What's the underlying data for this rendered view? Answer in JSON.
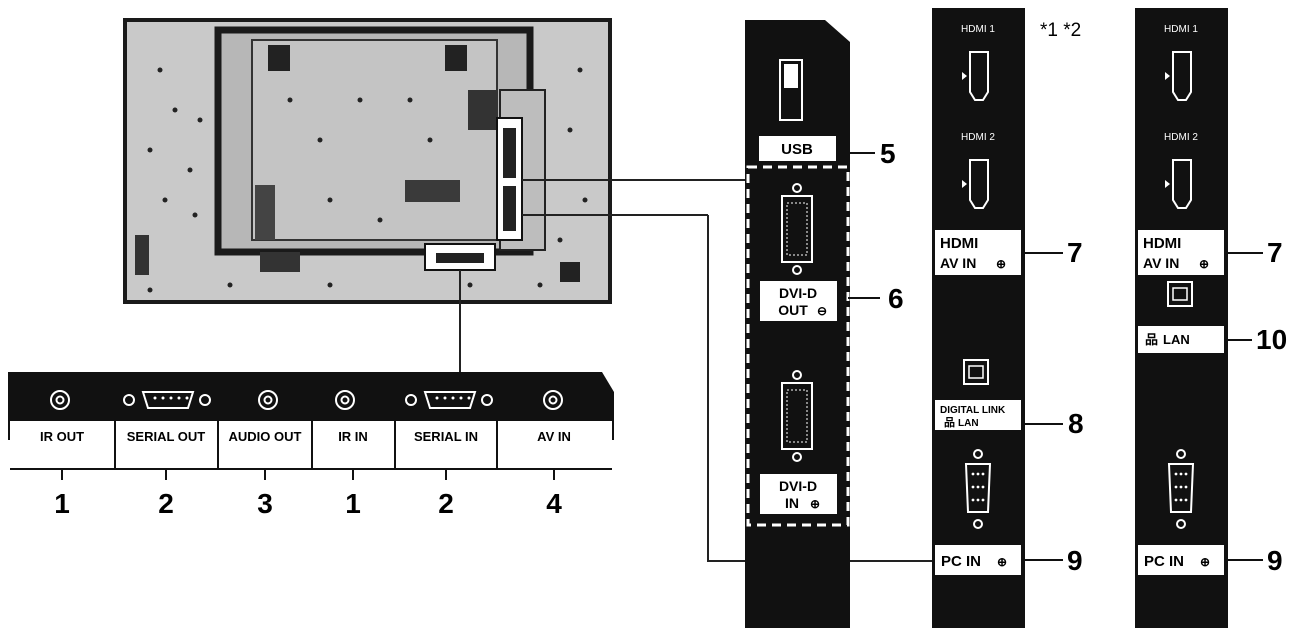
{
  "notes": "*1 *2",
  "bottom_panel": {
    "labels": [
      "IR OUT",
      "SERIAL OUT",
      "AUDIO OUT",
      "IR IN",
      "SERIAL IN",
      "AV IN"
    ],
    "numbers": [
      "1",
      "2",
      "3",
      "1",
      "2",
      "4"
    ]
  },
  "panel2": {
    "usb": "USB",
    "usb_num": "5",
    "dvi_out_1": "DVI-D",
    "dvi_out_2": "OUT",
    "dvi_num": "6",
    "dvi_in_1": "DVI-D",
    "dvi_in_2": "IN"
  },
  "panel3": {
    "hdmi1": "HDMI 1",
    "hdmi2": "HDMI 2",
    "hdmi_logo": "HDMI",
    "av_in": "AV IN",
    "av_num": "7",
    "digital_link": "DIGITAL LINK",
    "lan": "LAN",
    "lan_num": "8",
    "pc_in": "PC IN",
    "pc_num": "9"
  },
  "panel4": {
    "hdmi1": "HDMI 1",
    "hdmi2": "HDMI 2",
    "hdmi_logo": "HDMI",
    "av_in": "AV IN",
    "av_num": "7",
    "lan": "LAN",
    "lan_num": "10",
    "pc_in": "PC IN",
    "pc_num": "9"
  }
}
